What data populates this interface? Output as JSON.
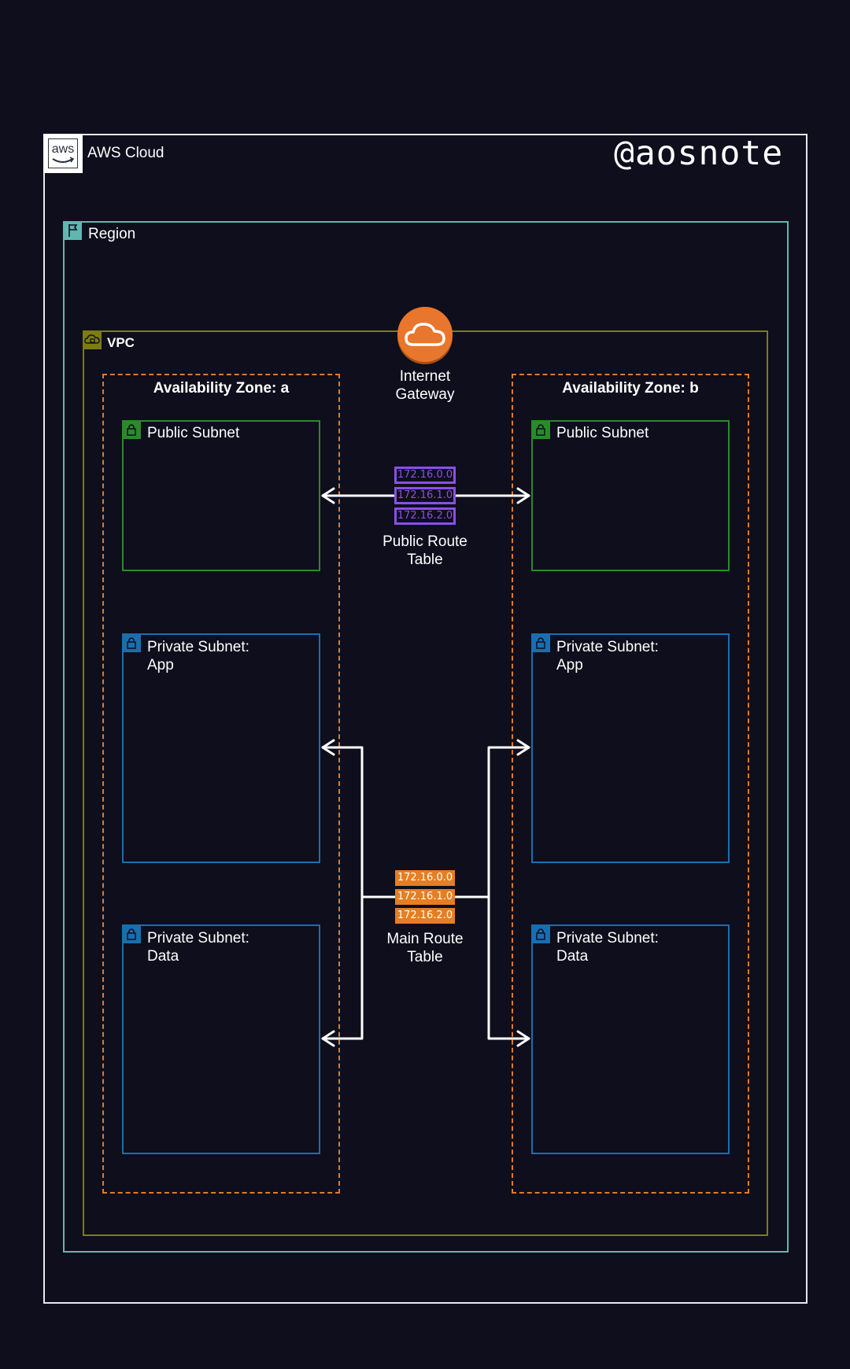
{
  "watermark": "@aosnote",
  "aws_cloud": {
    "label": "AWS Cloud",
    "logo_text": "aws"
  },
  "region": {
    "label": "Region"
  },
  "vpc": {
    "label": "VPC"
  },
  "internet_gateway": {
    "label": "Internet\nGateway",
    "icon": "cloud-icon"
  },
  "zones": [
    {
      "label": "Availability Zone: a"
    },
    {
      "label": "Availability Zone: b"
    }
  ],
  "subnets": {
    "public": "Public Subnet",
    "private_app": "Private Subnet:\nApp",
    "private_data": "Private Subnet:\nData"
  },
  "public_route_table": {
    "label": "Public Route\nTable",
    "entries": [
      "172.16.0.0",
      "172.16.1.0",
      "172.16.2.0"
    ]
  },
  "main_route_table": {
    "label": "Main Route\nTable",
    "entries": [
      "172.16.0.0",
      "172.16.1.0",
      "172.16.2.0"
    ]
  },
  "colors": {
    "background": "#0e0e1c",
    "aws_cloud_border": "#e8e8ee",
    "region": "#5fb7b2",
    "vpc": "#7c7c14",
    "availability_zone": "#e07a2c",
    "public_subnet": "#2a8a2a",
    "private_subnet": "#1a6eb0",
    "internet_gateway": "#e8762c",
    "public_route_table": "#8b4fe6",
    "main_route_table": "#e67e22"
  }
}
